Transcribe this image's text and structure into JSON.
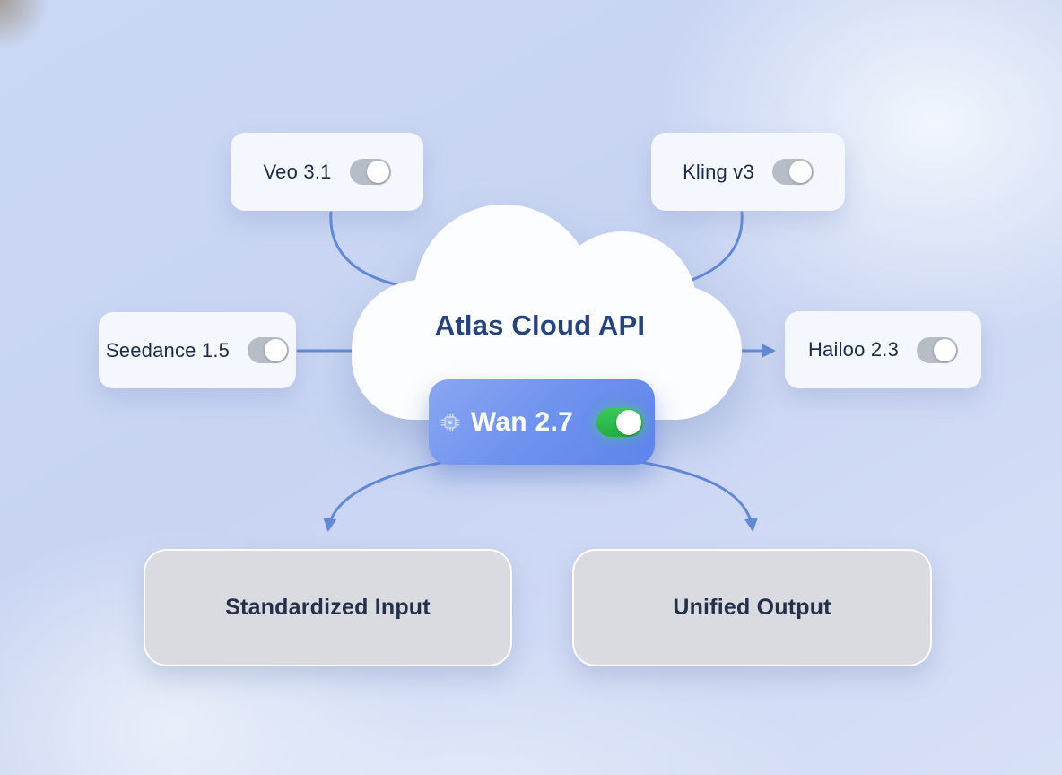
{
  "api": {
    "title": "Atlas Cloud API"
  },
  "models": {
    "veo": {
      "label": "Veo 3.1",
      "toggle": "off"
    },
    "kling": {
      "label": "Kling v3",
      "toggle": "off"
    },
    "seedance": {
      "label": "Seedance 1.5",
      "toggle": "off"
    },
    "hailoo": {
      "label": "Hailoo 2.3",
      "toggle": "off"
    },
    "wan": {
      "label": "Wan 2.7",
      "toggle": "on",
      "icon": "chip-icon"
    }
  },
  "results": {
    "input": "Standardized Input",
    "output": "Unified Output"
  },
  "colors": {
    "background": "#cbd8f5",
    "connector": "#6189d4",
    "title_text": "#27437e",
    "card_text": "#1d2c49",
    "card_bg": "#f4f7fd",
    "wan_gradient_start": "#8ba6f2",
    "wan_gradient_end": "#5d84ea",
    "toggle_on_green": "#2fbb4f",
    "toggle_off_gray": "#b7bdc7",
    "result_box_bg": "#d9dbe0",
    "cloud": "#fcfdff"
  }
}
